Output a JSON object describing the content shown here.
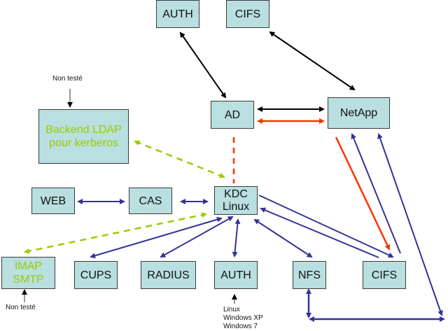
{
  "nodes": {
    "auth_top": "AUTH",
    "cifs_top": "CIFS",
    "ad": "AD",
    "netapp": "NetApp",
    "backend_ldap_line1": "Backend LDAP",
    "backend_ldap_line2": "pour kerberos",
    "web": "WEB",
    "cas": "CAS",
    "kdc_line1": "KDC",
    "kdc_line2": "Linux",
    "imap_line1": "IMAP",
    "imap_line2": "SMTP",
    "cups": "CUPS",
    "radius": "RADIUS",
    "auth_bottom": "AUTH",
    "nfs": "NFS",
    "cifs_bottom": "CIFS"
  },
  "notes": {
    "ldap_note": "Non testé",
    "imap_note": "Non testé",
    "auth_clients": [
      "Linux",
      "Windows XP",
      "Windows 7"
    ]
  },
  "colors": {
    "box_fill": "#b9dfe0",
    "black_link": "#000000",
    "red_link": "#ff3300",
    "blue_link": "#333399",
    "green_link": "#99cc00"
  }
}
